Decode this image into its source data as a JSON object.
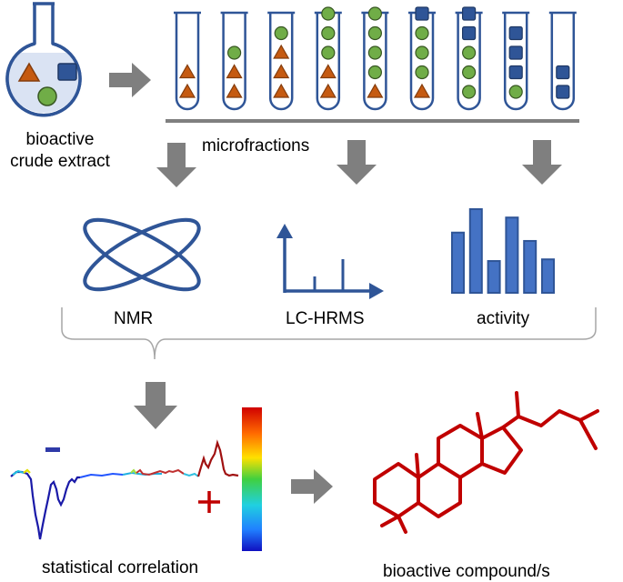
{
  "labels": {
    "extract_line1": "bioactive",
    "extract_line2": "crude extract",
    "microfractions": "microfractions",
    "nmr": "NMR",
    "lchrms": "LC-HRMS",
    "activity": "activity",
    "minus": "−",
    "plus": "+",
    "statistical_correlation": "statistical correlation",
    "bioactive_compounds": "bioactive compound/s"
  },
  "colors": {
    "navy": "#2f5597",
    "orange": "#c55a11",
    "green": "#70ad47",
    "arrow_gray": "#7f7f7f",
    "dark_red": "#c00000"
  },
  "tubes": [
    {
      "items": [
        "tri",
        "tri"
      ]
    },
    {
      "items": [
        "circ",
        "tri",
        "tri"
      ]
    },
    {
      "items": [
        "circ",
        "tri",
        "tri",
        "tri"
      ]
    },
    {
      "items": [
        "circ",
        "circ",
        "circ",
        "tri",
        "tri"
      ]
    },
    {
      "items": [
        "circ",
        "circ",
        "circ",
        "circ",
        "tri"
      ]
    },
    {
      "items": [
        "sq",
        "circ",
        "circ",
        "circ",
        "tri"
      ]
    },
    {
      "items": [
        "sq",
        "sq",
        "circ",
        "circ",
        "circ"
      ]
    },
    {
      "items": [
        "sq",
        "sq",
        "sq",
        "circ"
      ]
    },
    {
      "items": [
        "sq",
        "sq"
      ]
    }
  ],
  "activity_bars": [
    0.72,
    1.0,
    0.38,
    0.9,
    0.62,
    0.4
  ]
}
